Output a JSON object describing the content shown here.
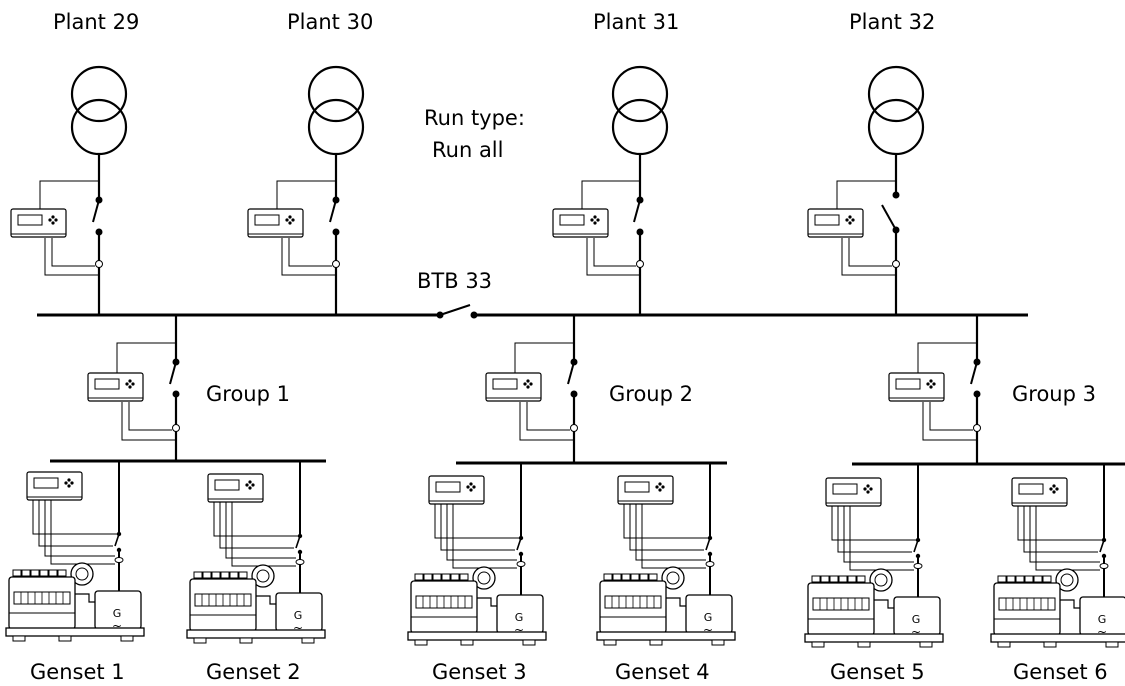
{
  "plants": [
    {
      "label": "Plant 29"
    },
    {
      "label": "Plant 30"
    },
    {
      "label": "Plant 31"
    },
    {
      "label": "Plant 32"
    }
  ],
  "run_type": {
    "line1": "Run type:",
    "line2": "Run all"
  },
  "btb": {
    "label": "BTB 33"
  },
  "groups": [
    {
      "label": "Group 1"
    },
    {
      "label": "Group 2"
    },
    {
      "label": "Group 3"
    }
  ],
  "gensets": [
    {
      "label": "Genset 1"
    },
    {
      "label": "Genset 2"
    },
    {
      "label": "Genset 3"
    },
    {
      "label": "Genset 4"
    },
    {
      "label": "Genset 5"
    },
    {
      "label": "Genset 6"
    }
  ],
  "generator_symbol": {
    "letter": "G",
    "wave": "~"
  }
}
